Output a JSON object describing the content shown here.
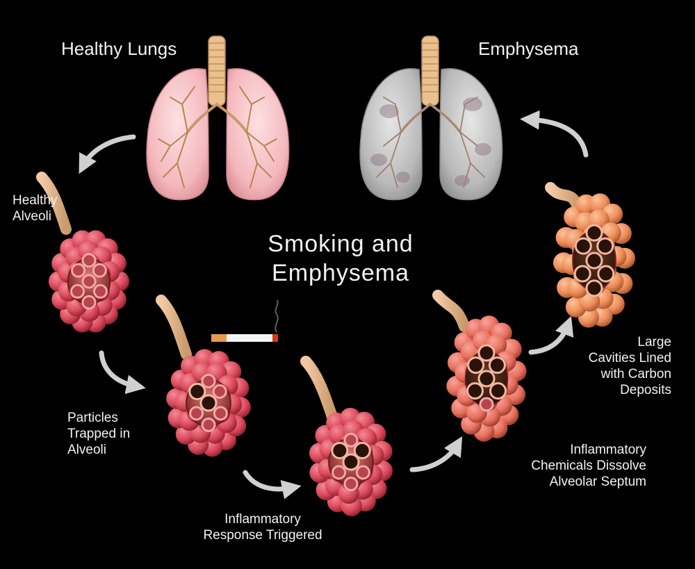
{
  "headings": {
    "healthy_lungs": "Healthy Lungs",
    "emphysema": "Emphysema"
  },
  "title": "Smoking and\nEmphysema",
  "stages": {
    "healthy_alveoli": "Healthy\nAlveoli",
    "particles_trapped": "Particles\nTrapped in\nAlveoli",
    "inflammatory_response": "Inflammatory\nResponse Triggered",
    "chemicals_dissolve": "Inflammatory\nChemicals Dissolve\nAlveolar Septum",
    "large_cavities": "Large\nCavities Lined\nwith Carbon\nDeposits"
  },
  "icons": {
    "cycle_arrow": "curved-arrow-icon",
    "cigarette": "cigarette-icon"
  },
  "colors": {
    "background": "#000000",
    "healthy_lung": "#f4b8bd",
    "emphysema_lung": "#b9b9b9",
    "bronchi": "#c99a6a",
    "alveoli_healthy": "#d94a5c",
    "alveoli_damaged": "#e8705e",
    "alveoli_late": "#ee8c5a",
    "arrow": "#d0d0d0"
  }
}
